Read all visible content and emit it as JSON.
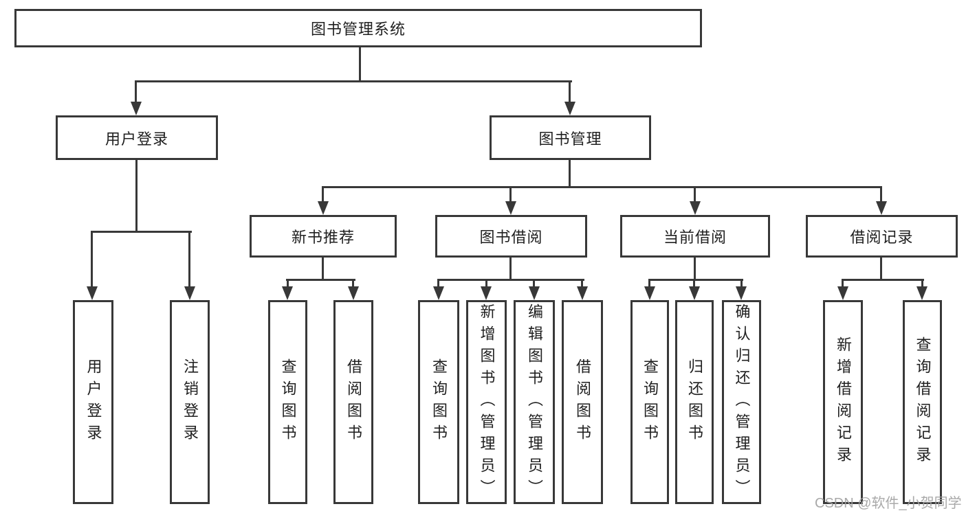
{
  "tree": {
    "root": {
      "label": "图书管理系统",
      "children": [
        {
          "label": "用户登录",
          "children": [
            {
              "label": "用户登录"
            },
            {
              "label": "注销登录"
            }
          ]
        },
        {
          "label": "图书管理",
          "children": [
            {
              "label": "新书推荐",
              "children": [
                {
                  "label": "查询图书"
                },
                {
                  "label": "借阅图书"
                }
              ]
            },
            {
              "label": "图书借阅",
              "children": [
                {
                  "label": "查询图书"
                },
                {
                  "label": "新增图书（管理员）"
                },
                {
                  "label": "编辑图书（管理员）"
                },
                {
                  "label": "借阅图书"
                }
              ]
            },
            {
              "label": "当前借阅",
              "children": [
                {
                  "label": "查询图书"
                },
                {
                  "label": "归还图书"
                },
                {
                  "label": "确认归还（管理员）"
                }
              ]
            },
            {
              "label": "借阅记录",
              "children": [
                {
                  "label": "新增借阅记录"
                },
                {
                  "label": "查询借阅记录"
                }
              ]
            }
          ]
        }
      ]
    }
  },
  "colors": {
    "line": "#383838",
    "text": "#1f1f1f",
    "watermark": "#a2a2a2"
  },
  "watermark": {
    "text": "CSDN @软件_小贺同学"
  }
}
